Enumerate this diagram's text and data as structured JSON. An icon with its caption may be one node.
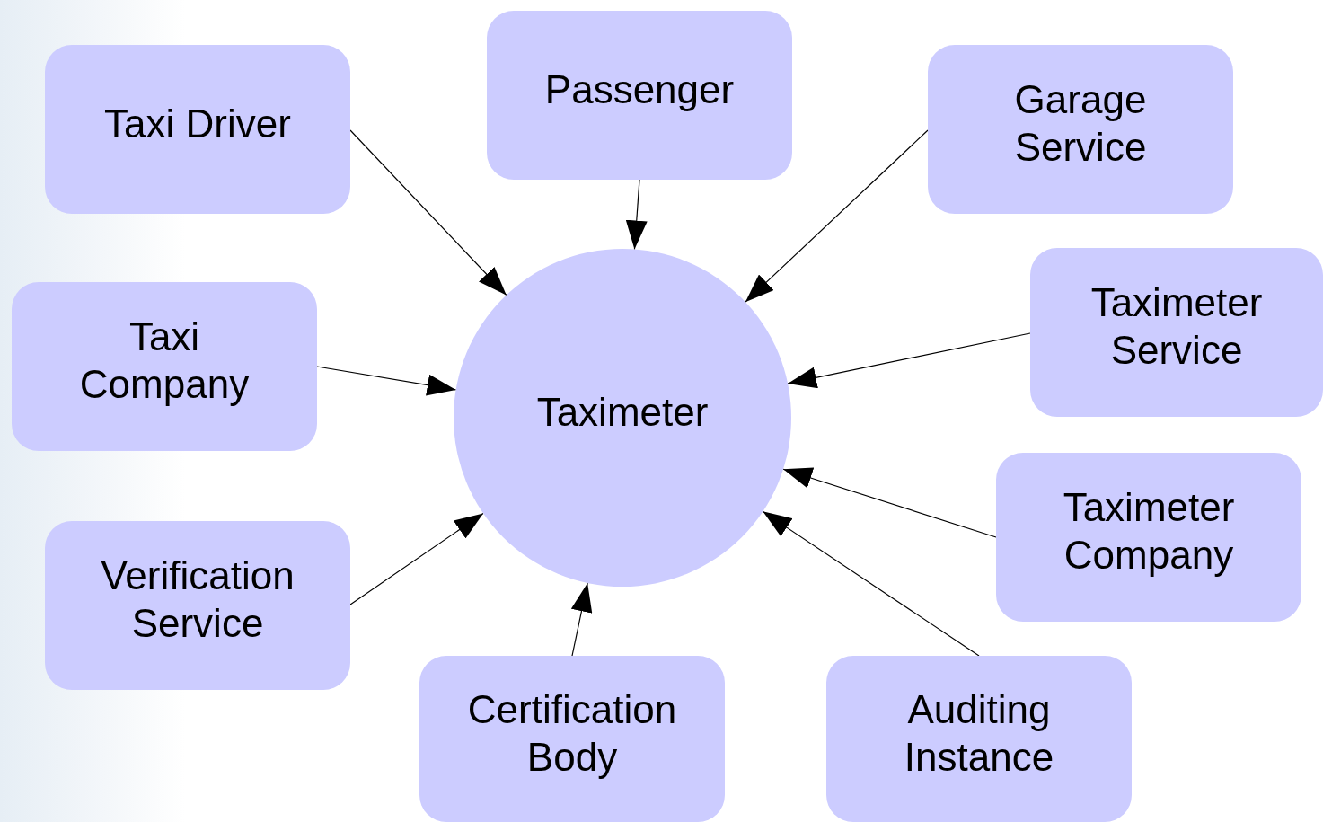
{
  "diagram": {
    "nodes": [
      {
        "text": [
          "Taxi Driver"
        ]
      },
      {
        "text": [
          "Passenger"
        ]
      },
      {
        "text": [
          "Garage Service"
        ]
      },
      {
        "text": [
          "Taxi Company"
        ]
      },
      {
        "text": [
          "Taximeter"
        ]
      },
      {
        "text": [
          "Taximeter Service"
        ]
      },
      {
        "text": [
          "Verification Service"
        ]
      },
      {
        "text": [
          "Taximeter Company"
        ]
      },
      {
        "text": [
          "Certification Body"
        ]
      },
      {
        "text": [
          "Auditing Instance"
        ]
      }
    ],
    "edges": [
      {
        "from": 0,
        "to": 4,
        "arrow": "to"
      },
      {
        "from": 1,
        "to": 4,
        "arrow": "to"
      },
      {
        "from": 2,
        "to": 4,
        "arrow": "to"
      },
      {
        "from": 3,
        "to": 4,
        "arrow": "to"
      },
      {
        "from": 5,
        "to": 4,
        "arrow": "to"
      },
      {
        "from": 6,
        "to": 4,
        "arrow": "to"
      },
      {
        "from": 7,
        "to": 4,
        "arrow": "to"
      },
      {
        "from": 8,
        "to": 4,
        "arrow": "to"
      },
      {
        "from": 9,
        "to": 4,
        "arrow": "to"
      }
    ]
  }
}
